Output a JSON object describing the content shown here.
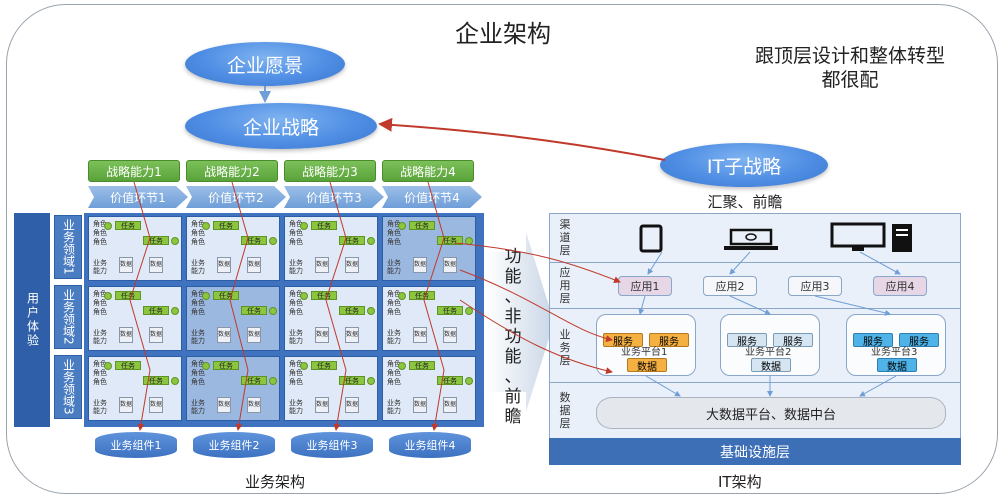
{
  "title": "企业架构",
  "note_line1": "跟顶层设计和整体转型",
  "note_line2": "都很配",
  "vision": "企业愿景",
  "strategy": "企业战略",
  "it_strategy": "IT子战略",
  "it_strategy_sub": "汇聚、前瞻",
  "capabilities": [
    "战略能力1",
    "战略能力2",
    "战略能力3",
    "战略能力4"
  ],
  "value_chain": [
    "价值环节1",
    "价值环节2",
    "价值环节3",
    "价值环节4"
  ],
  "user_experience": "用户体验",
  "domains": [
    "业务领域1",
    "业务领域2",
    "业务领域3"
  ],
  "cell": {
    "role": "角色",
    "task": "任务",
    "ability": "业务能力",
    "data": "数据"
  },
  "components": [
    "业务组件1",
    "业务组件2",
    "业务组件3",
    "业务组件4"
  ],
  "business_arch_label": "业务架构",
  "it_arch_label": "IT架构",
  "middle_text": [
    "功",
    "能",
    "、",
    "非",
    "功",
    "能",
    "、",
    "前",
    "瞻"
  ],
  "it_layers": {
    "channel": "渠道层",
    "app": "应用层",
    "business": "业务层",
    "data": "数据层"
  },
  "apps": [
    "应用1",
    "应用2",
    "应用3",
    "应用4"
  ],
  "platforms": [
    {
      "name": "业务平台1",
      "service": "服务",
      "data": "数据",
      "color": "#f5b042"
    },
    {
      "name": "业务平台2",
      "service": "服务",
      "data": "数据",
      "color": "#d5e6f2"
    },
    {
      "name": "业务平台3",
      "service": "服务",
      "data": "数据",
      "color": "#4fb3e8"
    }
  ],
  "bigdata": "大数据平台、数据中台",
  "infra": "基础设施层",
  "colors": {
    "blue_dark": "#2f5fa8",
    "green": "#6ab04c",
    "arrow_red": "#c0392b"
  }
}
